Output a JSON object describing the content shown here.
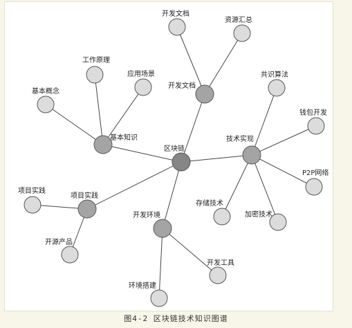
{
  "caption": "图4-2  区块链技术知识图谱",
  "nodes": [
    {
      "id": "center",
      "label": "区块链",
      "level": "center"
    },
    {
      "id": "kaifa",
      "label": "开发文档",
      "level": "hub"
    },
    {
      "id": "jishu",
      "label": "技术实现",
      "level": "hub"
    },
    {
      "id": "jiben",
      "label": "基本知识",
      "level": "hub"
    },
    {
      "id": "xiangmu",
      "label": "项目实践",
      "level": "hub"
    },
    {
      "id": "huanjing",
      "label": "开发环境",
      "level": "hub"
    },
    {
      "id": "kd1",
      "label": "开发文档",
      "level": "leaf"
    },
    {
      "id": "zyhz",
      "label": "资源汇总",
      "level": "leaf"
    },
    {
      "id": "gzyl",
      "label": "工作原理",
      "level": "leaf"
    },
    {
      "id": "yycj",
      "label": "应用场景",
      "level": "leaf"
    },
    {
      "id": "jbgn",
      "label": "基本概念",
      "level": "leaf"
    },
    {
      "id": "gssf",
      "label": "共识算法",
      "level": "leaf"
    },
    {
      "id": "qbkf",
      "label": "钱包开发",
      "level": "leaf"
    },
    {
      "id": "p2p",
      "label": "P2P网络",
      "level": "leaf"
    },
    {
      "id": "ccjs",
      "label": "存储技术",
      "level": "leaf"
    },
    {
      "id": "jmjs",
      "label": "加密技术",
      "level": "leaf"
    },
    {
      "id": "xmsj",
      "label": "项目实践",
      "level": "leaf"
    },
    {
      "id": "kycp",
      "label": "开源产品",
      "level": "leaf"
    },
    {
      "id": "kfgj",
      "label": "开发工具",
      "level": "leaf"
    },
    {
      "id": "hjdj",
      "label": "环境搭建",
      "level": "leaf"
    }
  ],
  "edges": [
    [
      "center",
      "kaifa"
    ],
    [
      "center",
      "jishu"
    ],
    [
      "center",
      "jiben"
    ],
    [
      "center",
      "xiangmu"
    ],
    [
      "center",
      "huanjing"
    ],
    [
      "kaifa",
      "kd1"
    ],
    [
      "kaifa",
      "zyhz"
    ],
    [
      "jiben",
      "gzyl"
    ],
    [
      "jiben",
      "yycj"
    ],
    [
      "jiben",
      "jbgn"
    ],
    [
      "jishu",
      "gssf"
    ],
    [
      "jishu",
      "qbkf"
    ],
    [
      "jishu",
      "p2p"
    ],
    [
      "jishu",
      "ccjs"
    ],
    [
      "jishu",
      "jmjs"
    ],
    [
      "xiangmu",
      "xmsj"
    ],
    [
      "xiangmu",
      "kycp"
    ],
    [
      "huanjing",
      "kfgj"
    ],
    [
      "huanjing",
      "hjdj"
    ]
  ]
}
